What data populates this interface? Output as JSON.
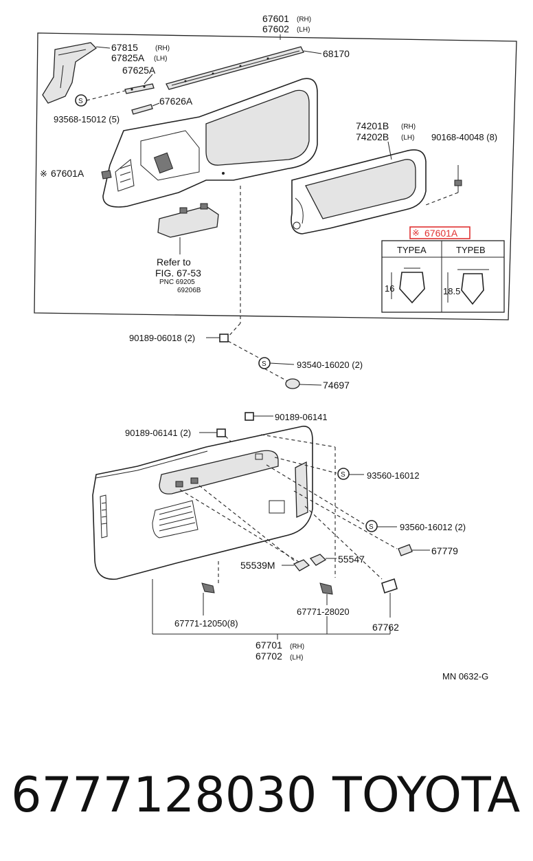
{
  "top_group": {
    "assembly_labels": [
      "67601",
      "67602"
    ],
    "assembly_sides": [
      "(RH)",
      "(LH)"
    ]
  },
  "parts": {
    "p67815": "67815",
    "p67815_side": "(RH)",
    "p67825A": "67825A",
    "p67825A_side": "(LH)",
    "p67625A": "67625A",
    "p67626A": "67626A",
    "p93568": "93568-15012 (5)",
    "p68170": "68170",
    "p67601A": "67601A",
    "p74201B": "74201B",
    "p74201B_side": "(RH)",
    "p74202B": "74202B",
    "p74202B_side": "(LH)",
    "p90168": "90168-40048 (8)",
    "highlight_part": "67601A",
    "p90189_a": "90189-06018 (2)",
    "p93540": "93540-16020 (2)",
    "p74697": "74697",
    "p90189_b": "90189-06141",
    "p90189_c": "90189-06141 (2)",
    "p93560_a": "93560-16012",
    "p93560_b": "93560-16012 (2)",
    "p67779": "67779",
    "p55539M": "55539M",
    "p55547": "55547",
    "p67771_a": "67771-12050(8)",
    "p67771_b": "67771-28020",
    "p67762": "67762",
    "p67701": "67701",
    "p67701_side": "(RH)",
    "p67702": "67702",
    "p67702_side": "(LH)"
  },
  "refer": {
    "line1": "Refer to",
    "line2": "FIG. 67-53",
    "pnc1": "PNC 69205",
    "pnc2": "69206B"
  },
  "clip_table": {
    "col_a": "TYPEA",
    "col_b": "TYPEB",
    "dim_a": "16",
    "dim_b": "18.5"
  },
  "s_mark": "S",
  "note_mark": "※",
  "diagram_code": "MN 0632-G",
  "footer": {
    "part_number": "6777128030",
    "brand": "TOYOTA"
  },
  "colors": {
    "highlight": "#e03030",
    "line": "#222222"
  }
}
